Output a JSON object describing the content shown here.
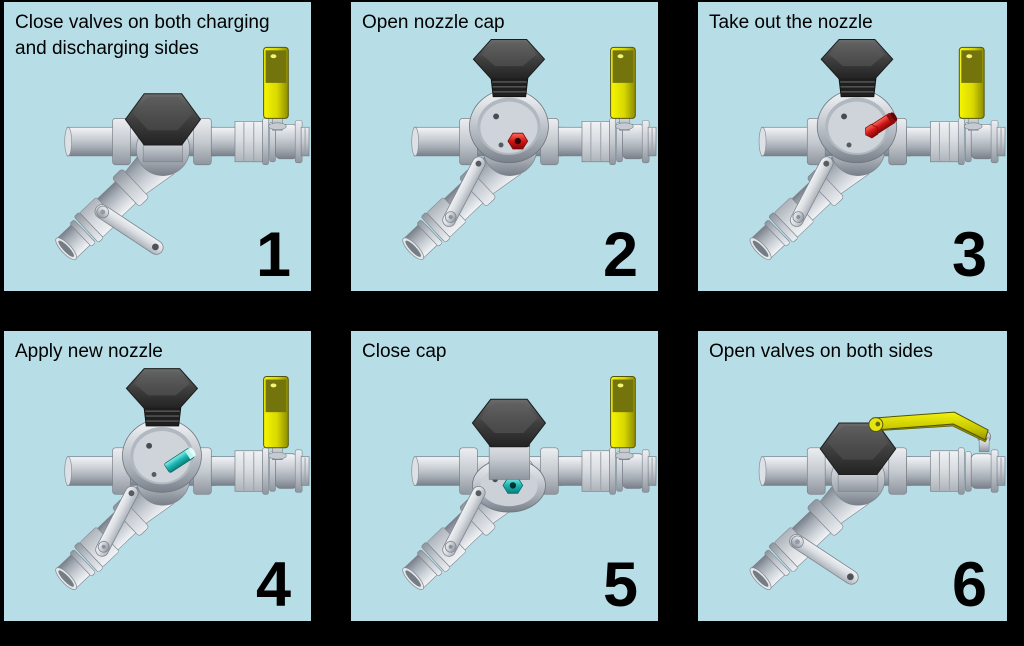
{
  "page": {
    "background_color": "#000000",
    "panel_background": "#b7dde6",
    "panel_border_color": "#000000",
    "text_color": "#000000"
  },
  "colors": {
    "metal_silver": "#c6cbd1",
    "cap_gray": "#3f3f3f",
    "handle_yellow": "#d8d800",
    "nozzle_red": "#d01616",
    "nozzle_teal": "#1ab6b2"
  },
  "panels": [
    {
      "number": "1",
      "caption": "Close valves on both charging and discharging sides",
      "illustration": {
        "name": "valve-assembly",
        "cap": "installed",
        "nozzle": "none",
        "branch_lever": "extended",
        "side_valve_handle": "vertical"
      }
    },
    {
      "number": "2",
      "caption": "Open nozzle cap",
      "illustration": {
        "name": "valve-assembly",
        "cap": "floating",
        "nozzle": "red-seated",
        "branch_lever": "folded",
        "side_valve_handle": "vertical"
      }
    },
    {
      "number": "3",
      "caption": "Take out the nozzle",
      "illustration": {
        "name": "valve-assembly",
        "cap": "floating",
        "nozzle": "red-out",
        "branch_lever": "folded",
        "side_valve_handle": "vertical"
      }
    },
    {
      "number": "4",
      "caption": "Apply new nozzle",
      "illustration": {
        "name": "valve-assembly",
        "cap": "floating",
        "nozzle": "teal-in",
        "branch_lever": "folded",
        "side_valve_handle": "vertical"
      }
    },
    {
      "number": "5",
      "caption": "Close cap",
      "illustration": {
        "name": "valve-assembly",
        "cap": "closing",
        "nozzle": "teal-seated",
        "branch_lever": "folded",
        "side_valve_handle": "vertical"
      }
    },
    {
      "number": "6",
      "caption": "Open valves on both sides",
      "illustration": {
        "name": "valve-assembly",
        "cap": "installed",
        "nozzle": "none",
        "branch_lever": "extended",
        "side_valve_handle": "horizontal"
      }
    }
  ]
}
